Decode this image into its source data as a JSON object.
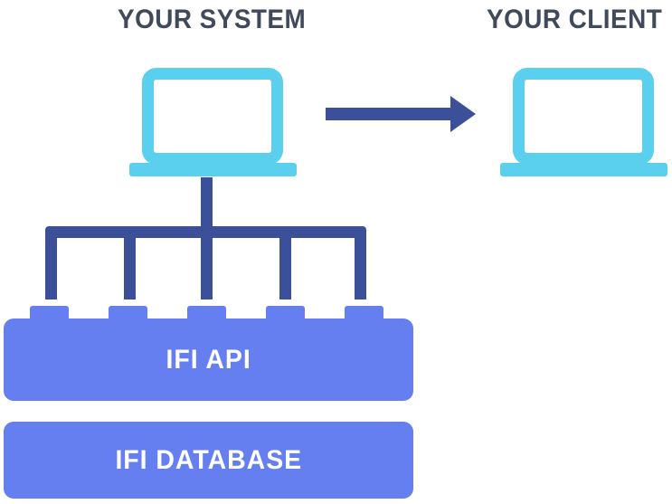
{
  "diagram": {
    "title_system": "YOUR SYSTEM",
    "title_client": "YOUR CLIENT",
    "api_block_label": "IFI API",
    "database_block_label": "IFI DATABASE",
    "icons": {
      "system_laptop": "laptop-icon",
      "client_laptop": "laptop-icon",
      "flow_arrow": "arrow-right-icon"
    },
    "colors": {
      "laptop_cyan": "#5ad0ee",
      "connector_blue": "#3b5098",
      "brick_blue": "#667ff0",
      "heading_slate": "#404a5c",
      "brick_text": "#ffffff",
      "background": "#ffffff"
    },
    "connector": {
      "branch_count": 5,
      "stud_count": 5
    }
  }
}
